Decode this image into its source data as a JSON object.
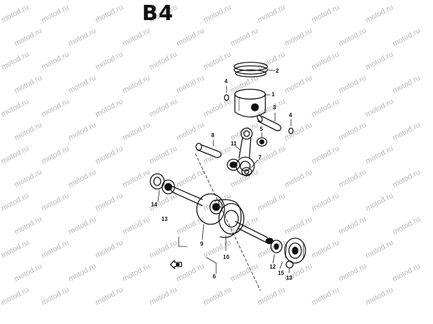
{
  "diagram_title": "B4",
  "watermark_text": "motod.ru",
  "part_labels": [
    {
      "id": "p2",
      "text": "2"
    },
    {
      "id": "p4a",
      "text": "4"
    },
    {
      "id": "p1",
      "text": "1"
    },
    {
      "id": "p3",
      "text": "3"
    },
    {
      "id": "p4b",
      "text": "4"
    },
    {
      "id": "p5",
      "text": "5"
    },
    {
      "id": "p8",
      "text": "8"
    },
    {
      "id": "p11",
      "text": "11"
    },
    {
      "id": "p7",
      "text": "7"
    },
    {
      "id": "p14",
      "text": "14"
    },
    {
      "id": "p13a",
      "text": "13"
    },
    {
      "id": "p9",
      "text": "9"
    },
    {
      "id": "p10",
      "text": "10"
    },
    {
      "id": "p12",
      "text": "12"
    },
    {
      "id": "p15",
      "text": "15"
    },
    {
      "id": "p13b",
      "text": "13"
    },
    {
      "id": "p6",
      "text": "6"
    }
  ],
  "colors": {
    "ink": "#111111",
    "watermark": "#b8b8b8",
    "background": "#ffffff"
  }
}
